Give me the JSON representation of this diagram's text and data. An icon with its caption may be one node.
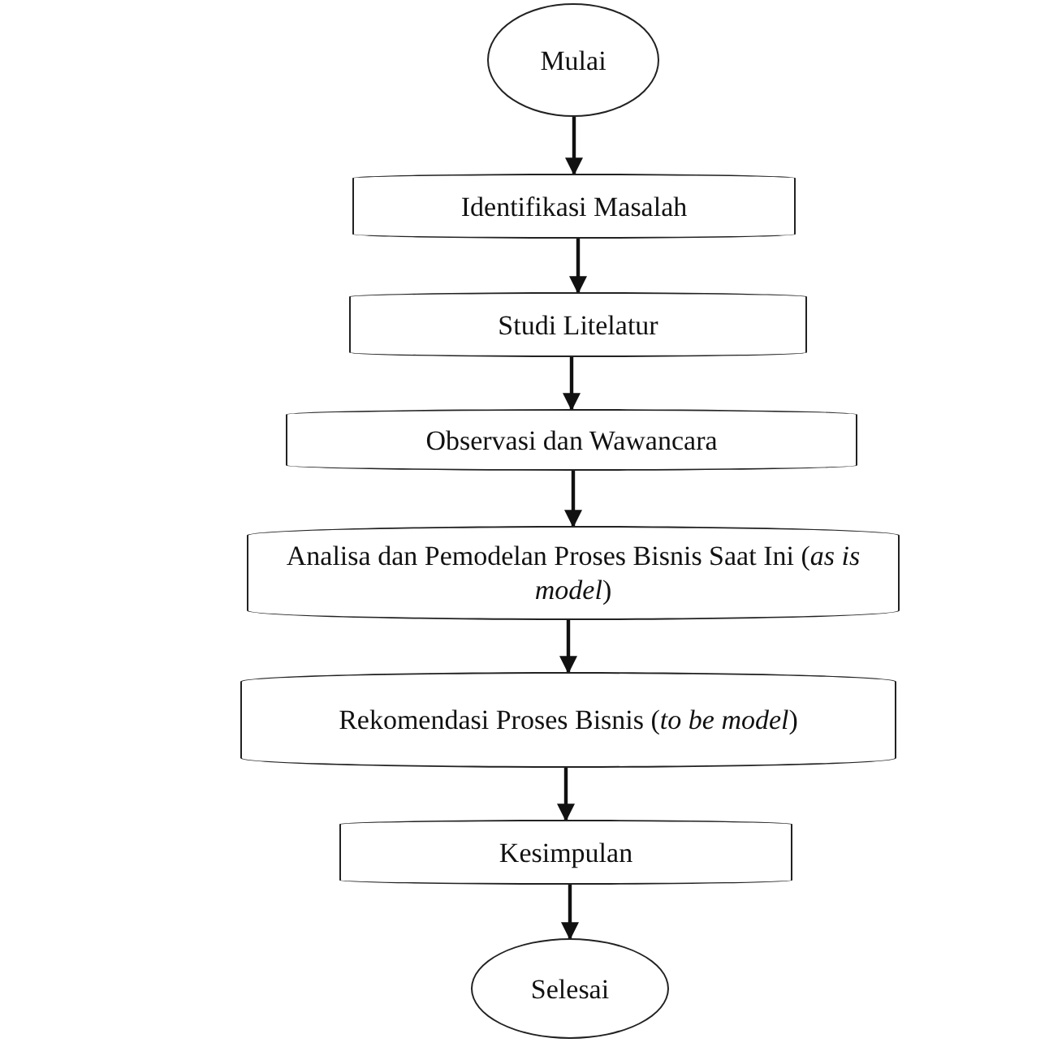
{
  "diagram": {
    "nodes": [
      {
        "text": [
          "Mulai"
        ]
      },
      {
        "text": [
          "Identifikasi Masalah"
        ]
      },
      {
        "text": [
          "Studi Litelatur"
        ]
      },
      {
        "text": [
          "Observasi dan Wawancara"
        ]
      },
      {
        "text": [
          "Analisa dan Pemodelan Proses Bisnis Saat Ini (*as is model*)"
        ]
      },
      {
        "text": [
          "Rekomendasi Proses Bisnis (*to be model*)"
        ]
      },
      {
        "text": [
          "Kesimpulan"
        ]
      },
      {
        "text": [
          "Selesai"
        ]
      }
    ],
    "edges": [
      {
        "from": 0,
        "to": 1,
        "arrow": "to"
      },
      {
        "from": 1,
        "to": 2,
        "arrow": "to"
      },
      {
        "from": 2,
        "to": 3,
        "arrow": "to"
      },
      {
        "from": 3,
        "to": 4,
        "arrow": "to"
      },
      {
        "from": 4,
        "to": 5,
        "arrow": "to"
      },
      {
        "from": 5,
        "to": 6,
        "arrow": "to"
      },
      {
        "from": 6,
        "to": 7,
        "arrow": "to"
      }
    ]
  }
}
